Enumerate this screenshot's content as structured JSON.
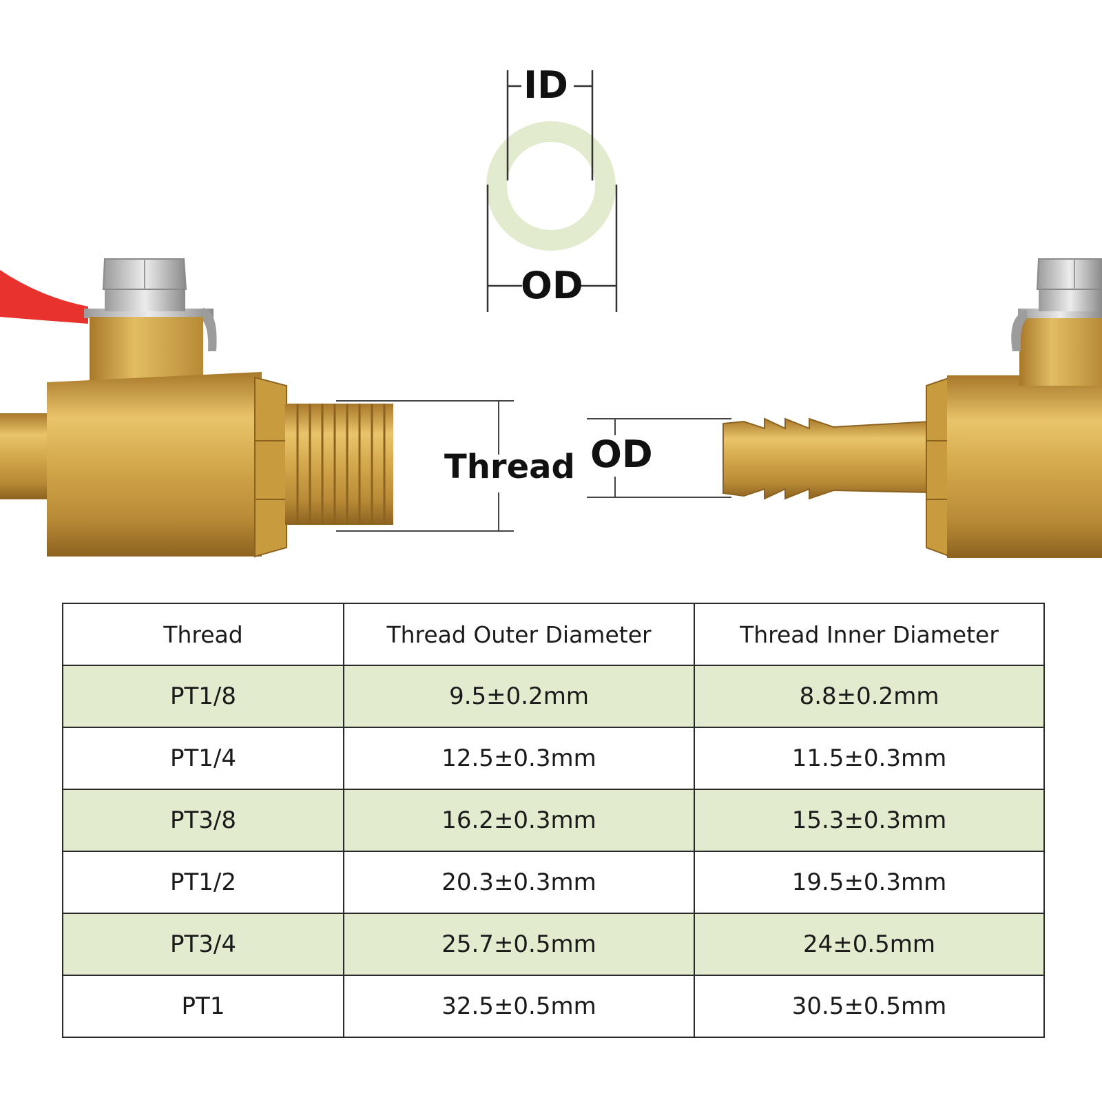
{
  "diagram": {
    "labels": {
      "id": "ID",
      "od_ring": "OD",
      "thread": "Thread",
      "od_barb": "OD"
    },
    "colors": {
      "brass": "#c9a24a",
      "ring": "#e3ebcf",
      "handle": "#e8322e",
      "steel": "#c8c8c8"
    }
  },
  "table": {
    "headers": [
      "Thread",
      "Thread Outer Diameter",
      "Thread Inner Diameter"
    ],
    "rows": [
      [
        "PT1/8",
        "9.5±0.2mm",
        "8.8±0.2mm"
      ],
      [
        "PT1/4",
        "12.5±0.3mm",
        "11.5±0.3mm"
      ],
      [
        "PT3/8",
        "16.2±0.3mm",
        "15.3±0.3mm"
      ],
      [
        "PT1/2",
        "20.3±0.3mm",
        "19.5±0.3mm"
      ],
      [
        "PT3/4",
        "25.7±0.5mm",
        "24±0.5mm"
      ],
      [
        "PT1",
        "32.5±0.5mm",
        "30.5±0.5mm"
      ]
    ],
    "shade_color": "#e3ebcf"
  }
}
